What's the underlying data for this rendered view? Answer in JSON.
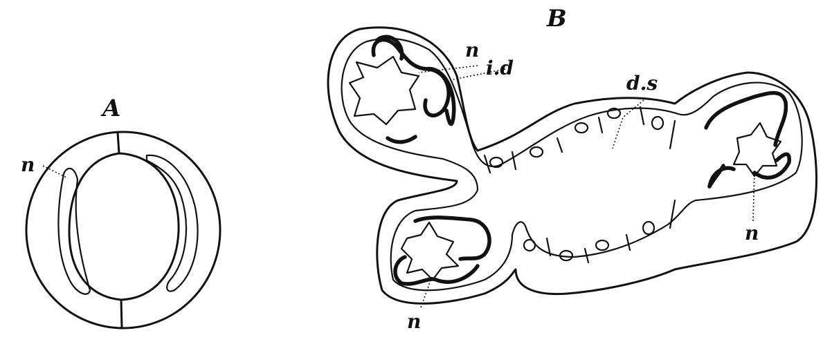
{
  "panel_a": {
    "label": "A",
    "label_n": "n"
  },
  "panel_b": {
    "label": "B",
    "label_n_upper": "n",
    "label_id": "i.d",
    "label_ds": "d.s",
    "label_n_right": "n",
    "label_n_lower": "n"
  }
}
